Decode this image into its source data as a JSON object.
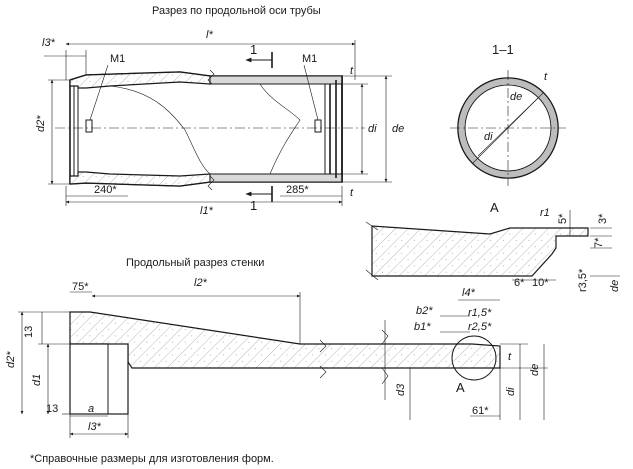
{
  "titles": {
    "longitudinal_section": "Разрез по продольной оси трубы",
    "section_1_1": "1–1",
    "detail_a": "А",
    "wall_section": "Продольный разрез стенки",
    "detail_a_marker": "А"
  },
  "labels": {
    "l3_top": "l3*",
    "l_top": "l*",
    "m1_left": "М1",
    "m1_right": "М1",
    "cut1_top": "1",
    "cut1_bottom": "1",
    "d2_left": "d2*",
    "di_right": "di",
    "de_right": "de",
    "t_top": "t",
    "t_bottom": "t",
    "dim_240": "240*",
    "dim_285": "285*",
    "l1": "l1*",
    "sec_t": "t",
    "sec_de": "de",
    "sec_di": "di",
    "det_r1": "r1",
    "det_5": "5*",
    "det_3": "3*",
    "det_7": "7*",
    "det_6": "6*",
    "det_10": "10*",
    "det_r35": "r3,5*",
    "det_de": "de",
    "wall_75": "75*",
    "wall_l2": "l2*",
    "wall_13_top": "13",
    "wall_d2": "d2*",
    "wall_d1": "d1",
    "wall_13_bottom": "13",
    "wall_a": "a",
    "wall_l3": "l3*",
    "wall_l4": "l4*",
    "wall_b2": "b2*",
    "wall_b1": "b1*",
    "wall_r15": "r1,5*",
    "wall_r25": "r2,5*",
    "wall_t": "t",
    "wall_d3": "d3",
    "wall_di": "di",
    "wall_de": "de",
    "wall_61": "61*"
  },
  "footnote": "*Справочные размеры для изготовления форм."
}
